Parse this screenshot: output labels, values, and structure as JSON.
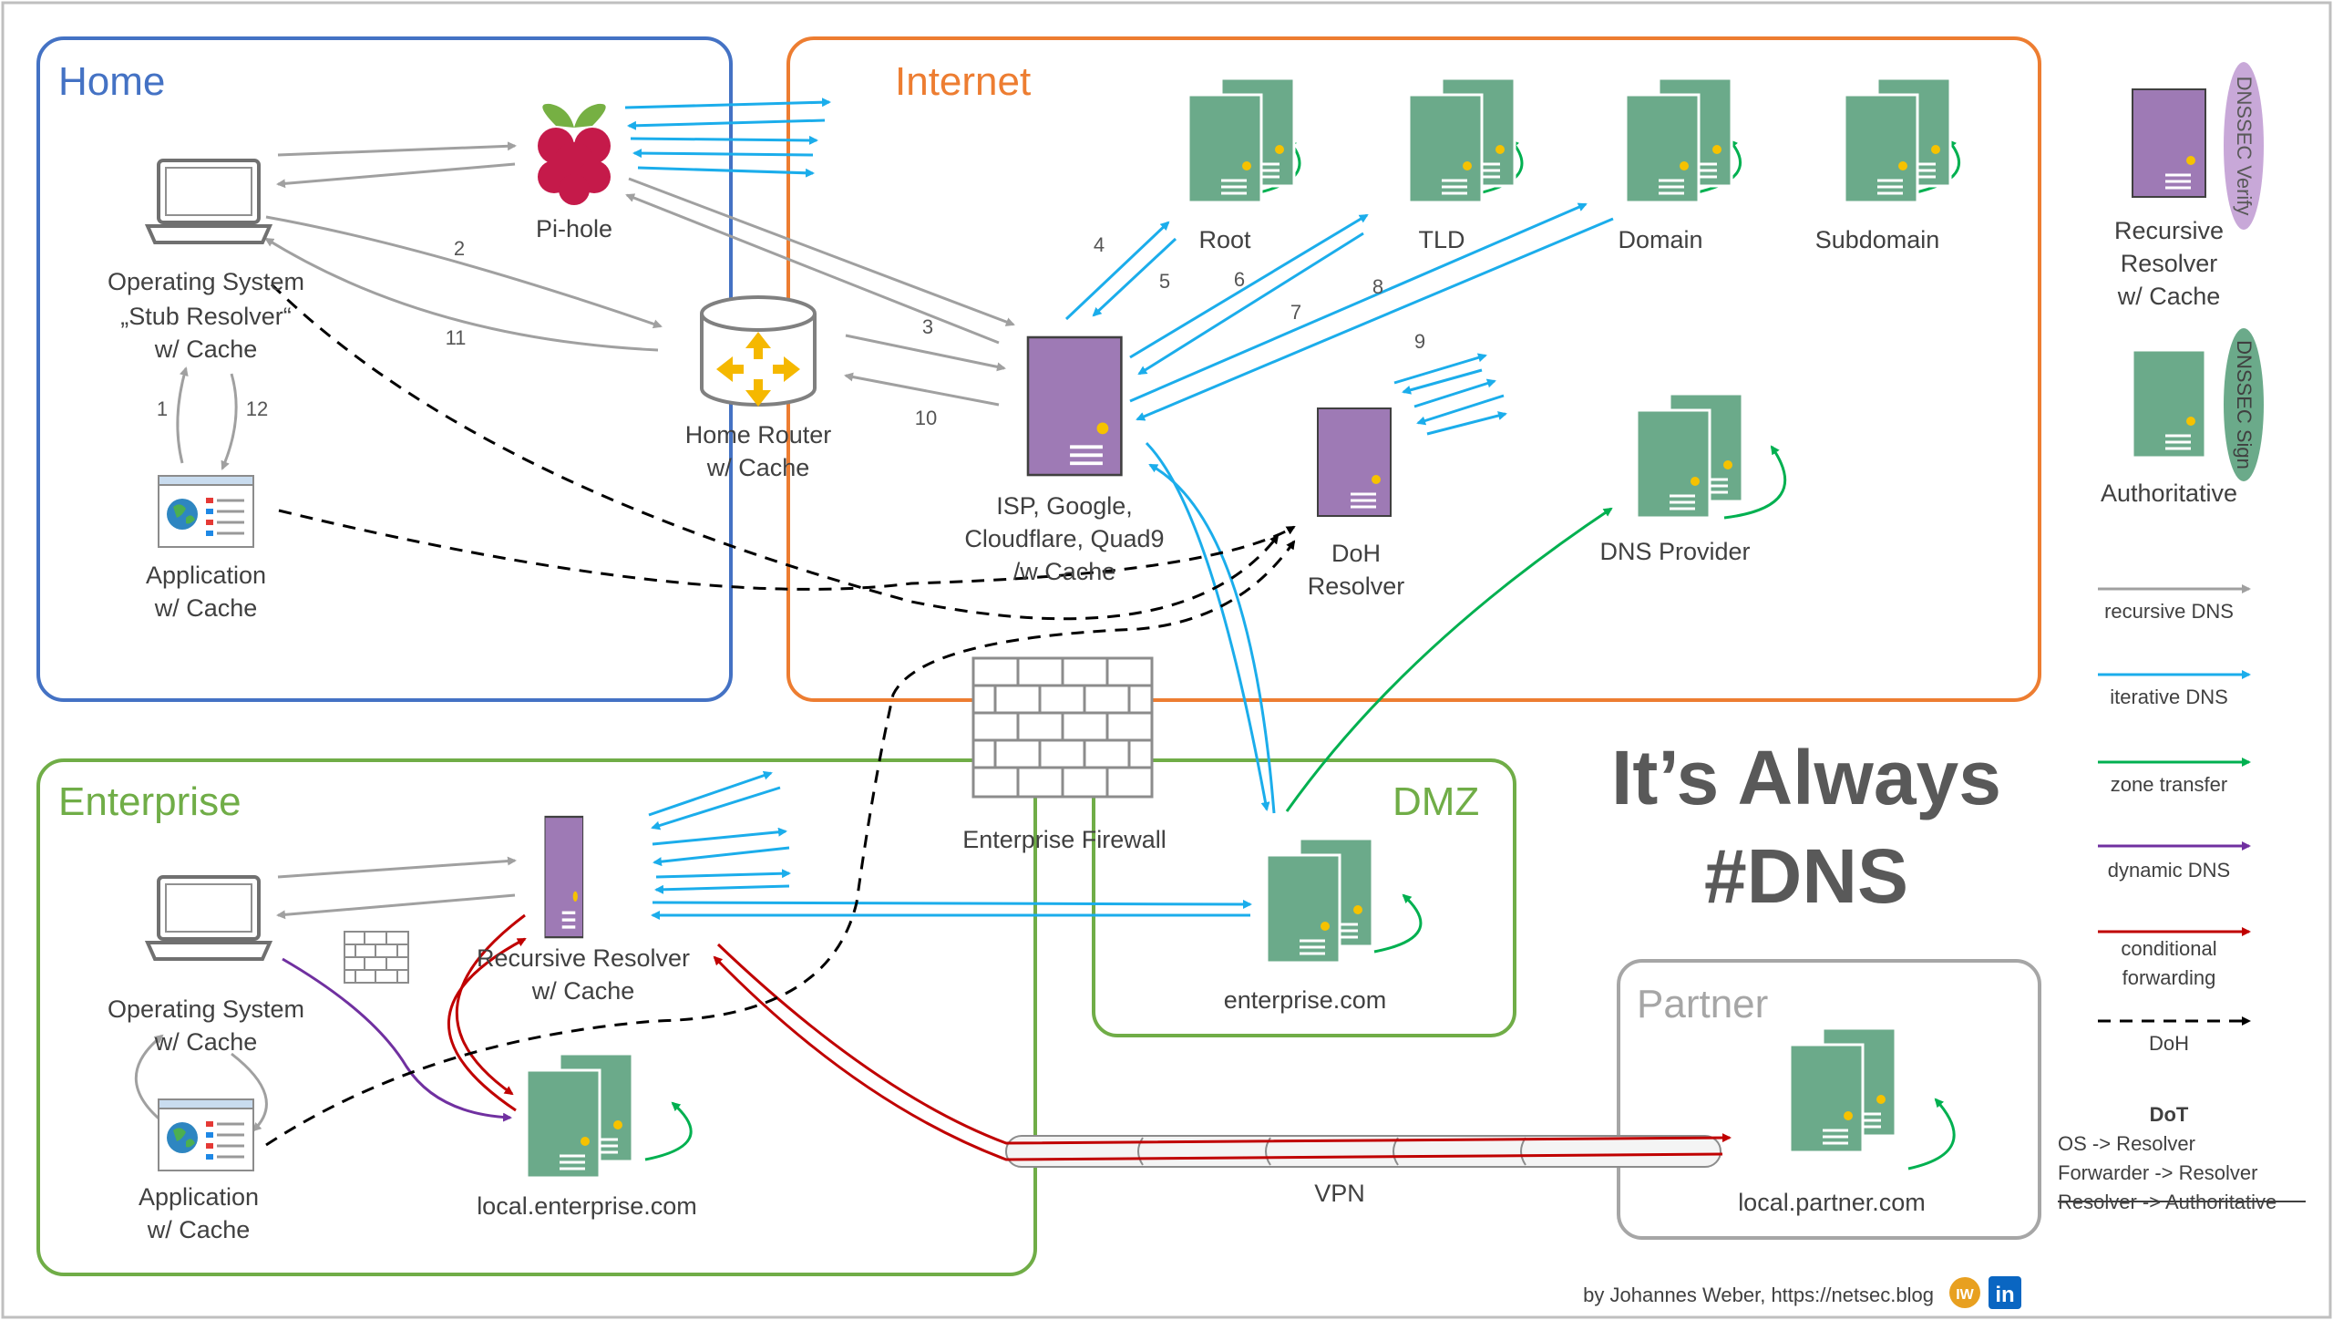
{
  "zones": {
    "home": "Home",
    "internet": "Internet",
    "enterprise": "Enterprise",
    "dmz": "DMZ",
    "partner": "Partner"
  },
  "nodes": {
    "pihole": "Pi-hole",
    "os_home": [
      "Operating System",
      "„Stub Resolver“",
      "w/ Cache"
    ],
    "app_home": [
      "Application",
      "w/ Cache"
    ],
    "router": [
      "Home Router",
      "w/ Cache"
    ],
    "isp": [
      "ISP, Google,",
      "Cloudflare, Quad9",
      "/w Cache"
    ],
    "root": "Root",
    "tld": "TLD",
    "domain": "Domain",
    "subdomain": "Subdomain",
    "doh": [
      "DoH",
      "Resolver"
    ],
    "dns_provider": "DNS Provider",
    "firewall": "Enterprise Firewall",
    "os_ent": [
      "Operating System",
      "w/ Cache"
    ],
    "app_ent": [
      "Application",
      "w/ Cache"
    ],
    "rec_resolver": [
      "Recursive Resolver",
      "w/ Cache"
    ],
    "local_ent": "local.enterprise.com",
    "enterprise_com": "enterprise.com",
    "vpn": "VPN",
    "local_partner": "local.partner.com"
  },
  "steps": [
    "1",
    "2",
    "3",
    "4",
    "5",
    "6",
    "7",
    "8",
    "9",
    "10",
    "11",
    "12"
  ],
  "title": [
    "It’s Always",
    "#DNS"
  ],
  "legend": {
    "dnssec_verify": "DNSSEC Verify",
    "dnssec_sign": "DNSSEC Sign",
    "recursive": [
      "Recursive",
      "Resolver",
      "w/ Cache"
    ],
    "authoritative": "Authoritative",
    "recursive_dns": "recursive DNS",
    "iterative_dns": "iterative DNS",
    "zone_transfer": "zone transfer",
    "dynamic_dns": "dynamic DNS",
    "conditional": [
      "conditional",
      "forwarding"
    ],
    "doh": "DoH",
    "dot_title": "DoT",
    "dot_lines": [
      "OS -> Resolver",
      "Forwarder -> Resolver",
      "Resolver -> Authoritative"
    ]
  },
  "credit": "by Johannes Weber, https://netsec.blog",
  "colors": {
    "home": "#4472C4",
    "internet": "#ED7D31",
    "enterprise": "#70AD47",
    "partner": "#A6A6A6",
    "recursive": "#A0A0A0",
    "iterative": "#1BADEB",
    "zone_transfer": "#00B050",
    "dynamic": "#7030A0",
    "conditional": "#C00000",
    "doh": "#000000",
    "server_green": "#6BAA8A",
    "server_purple": "#9E7AB5"
  }
}
